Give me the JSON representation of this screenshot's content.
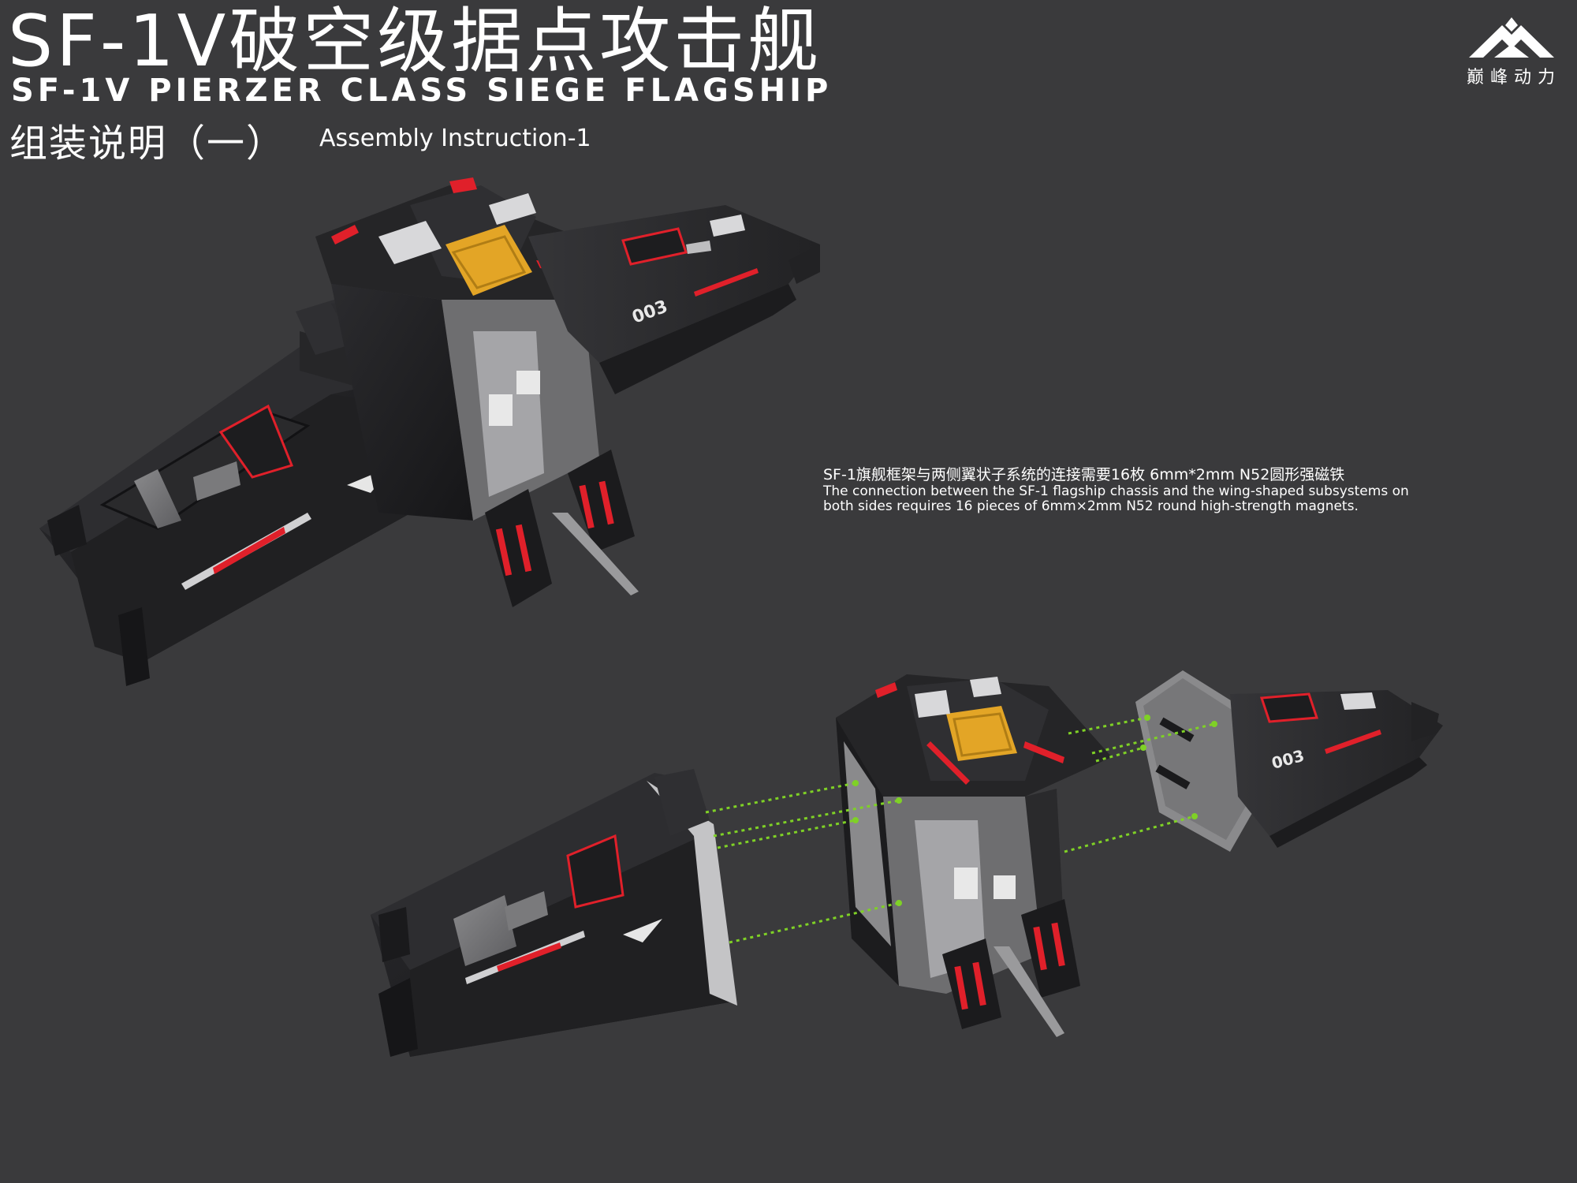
{
  "header": {
    "title_cn": "SF-1V破空级据点攻击舰",
    "title_en": "SF-1V PIERZER CLASS SIEGE FLAGSHIP",
    "subtitle_cn": "组装说明（一）",
    "subtitle_en": "Assembly Instruction-1"
  },
  "brand": {
    "name": "巅峰动力"
  },
  "note": {
    "cn": "SF-1旗舰框架与两侧翼状子系统的连接需要16枚 6mm*2mm N52圆形强磁铁",
    "en": "The connection between the SF-1 flagship chassis and the wing-shaped subsystems on both sides requires 16 pieces of 6mm×2mm N52 round high-strength magnets."
  },
  "model": {
    "hull_number": "003"
  },
  "colors": {
    "background": "#3a3a3c",
    "hull": "#1f1f21",
    "accent_red": "#e0202a",
    "accent_yellow": "#e3a526",
    "magnet_line": "#7fd126"
  }
}
